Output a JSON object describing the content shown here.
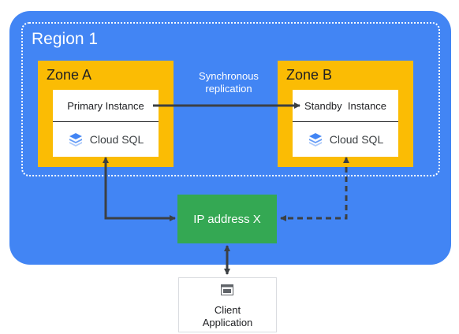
{
  "region": {
    "title": "Region 1"
  },
  "zones": [
    {
      "title": "Zone A",
      "instance": "Primary Instance",
      "service": "Cloud SQL"
    },
    {
      "title": "Zone B",
      "instance": "Standby  Instance",
      "service": "Cloud SQL"
    }
  ],
  "replication": {
    "label_line1": "Synchronous",
    "label_line2": "replication"
  },
  "ip": {
    "label": "IP address X"
  },
  "client": {
    "label_line1": "Client",
    "label_line2": "Application",
    "icon": "window-icon"
  },
  "colors": {
    "region": "#4285f4",
    "zone": "#fbbc04",
    "ip": "#34a853",
    "arrow": "#3c4043"
  }
}
